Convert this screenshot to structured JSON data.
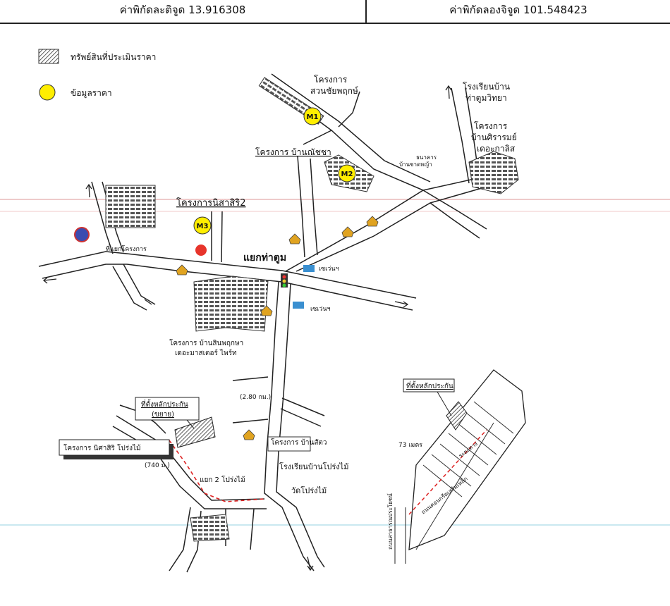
{
  "header": {
    "latitude": "ค่าพิกัดละติจูด 13.916308",
    "longitude": "ค่าพิกัดลองจิจูด 101.548423"
  },
  "legend": {
    "appraised_property": "ทรัพย์สินที่ประเมินราคา",
    "price_data": "ข้อมูลราคา"
  },
  "markers": {
    "m1": "M1",
    "m2": "M2",
    "m3": "M3"
  },
  "labels": {
    "suan_project_1": "โครงการ",
    "suan_project_2": "สวนชัยพฤกษ์",
    "school_1": "โรงเรียนบ้าน",
    "school_2": "ท่าตูมวิทยา",
    "green_project_1": "โครงการ",
    "green_project_2": "บ้านศิรารมย์",
    "green_project_3": "เดอะกาลิส",
    "ban_project": "โครงการ บ้านณัชชา",
    "nisa_project": "โครงการนิสาสิริ2",
    "intersection": "แยกท่าตูม",
    "seven_eleven_1": "เซเว่นฯ",
    "seven_eleven_2": "เซเว่นฯ",
    "ban_sin_1": "โครงการ บ้านสินพฤกษา",
    "ban_sin_2": "เดอะมาสเตอร์ ไพร์ท",
    "location_map": "ที่ตั้งหลักประกัน",
    "location_enlarged": "(ขยาย)",
    "project_box": "โครงการ นิศาสิริ โปร่งไม้",
    "distance": "(740 ม.)",
    "intersection_pong": "แยก 2 โปร่งไม้",
    "school_pong": "โรงเรียนบ้านโปร่งไม้",
    "wat_pong": "วัดโปร่งไม้",
    "ban_pong_project": "โครงการ บ้านสัตว",
    "distance_2": "(2.80 กม.)",
    "station": "ที่แยกโครงการ",
    "inset_location": "ที่ตั้งหลักประกัน",
    "inset_road_1": "ถนนคอนกรีตเสริมเหล็ก",
    "inset_road_2": "ถนนสาธารณประโยชน์",
    "inset_len": "ระยะทาง",
    "inset_unit": "73 เมตร",
    "pmk": "ธนาคาร",
    "pmk_2": "บ้านชาดหญ้า"
  }
}
